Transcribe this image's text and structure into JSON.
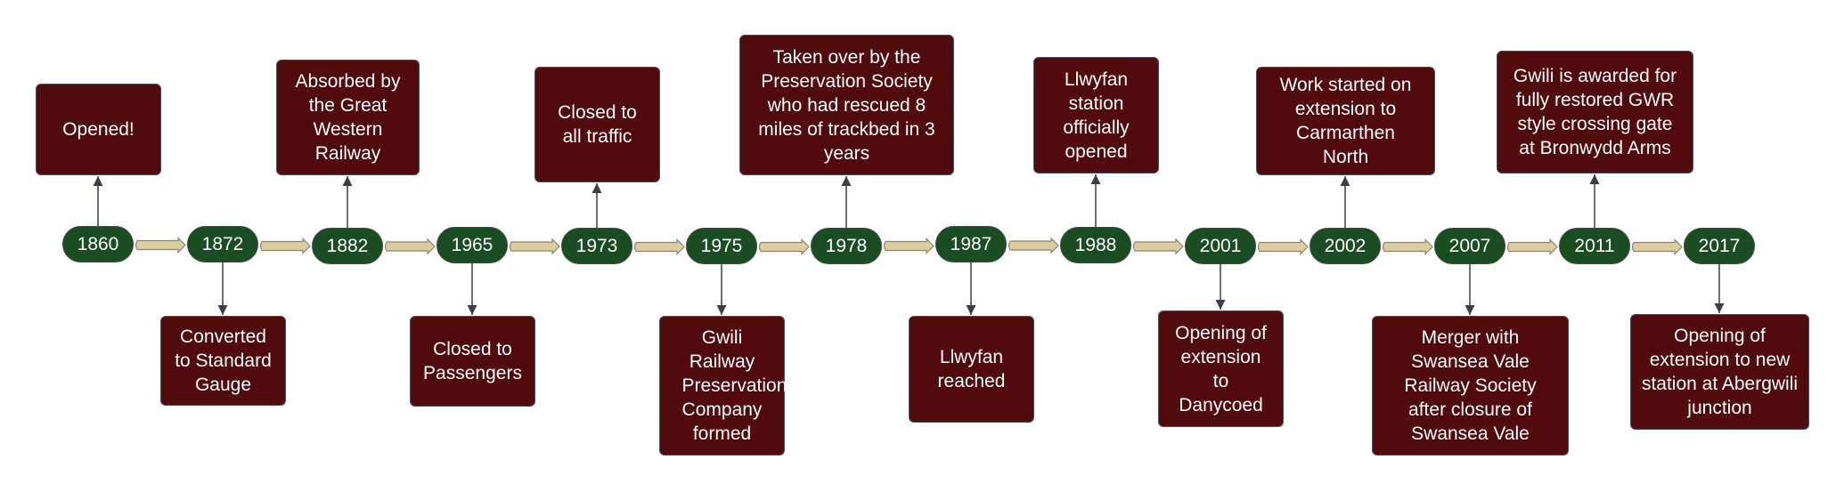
{
  "colors": {
    "event_box": "#520b0c",
    "year_pill": "#1b4d23",
    "flow_arrow": "#dccd9c",
    "connector": "#3a3f4b",
    "text": "#ffffff"
  },
  "timeline": [
    {
      "year": "1860",
      "event": "Opened!",
      "position": "above"
    },
    {
      "year": "1872",
      "event": "Converted to Standard Gauge",
      "position": "below"
    },
    {
      "year": "1882",
      "event": "Absorbed by the Great Western Railway",
      "position": "above"
    },
    {
      "year": "1965",
      "event": "Closed to Passengers",
      "position": "below"
    },
    {
      "year": "1973",
      "event": "Closed to all traffic",
      "position": "above"
    },
    {
      "year": "1975",
      "event": "Gwili Railway Preservation Company formed",
      "position": "below"
    },
    {
      "year": "1978",
      "event": "Taken over by the Preservation Society who had rescued 8 miles of trackbed in 3 years",
      "position": "above"
    },
    {
      "year": "1987",
      "event": "Llwyfan reached",
      "position": "below"
    },
    {
      "year": "1988",
      "event": "Llwyfan station officially opened",
      "position": "above"
    },
    {
      "year": "2001",
      "event": "Opening of extension to Danycoed",
      "position": "below"
    },
    {
      "year": "2002",
      "event": "Work started on extension to Carmarthen North",
      "position": "above"
    },
    {
      "year": "2007",
      "event": "Merger with Swansea Vale Railway Society after closure of Swansea Vale",
      "position": "below"
    },
    {
      "year": "2011",
      "event": "Gwili is awarded for fully restored GWR style crossing gate at Bronwydd Arms",
      "position": "above"
    },
    {
      "year": "2017",
      "event": "Opening of extension to new station at Abergwili junction",
      "position": "below"
    }
  ]
}
